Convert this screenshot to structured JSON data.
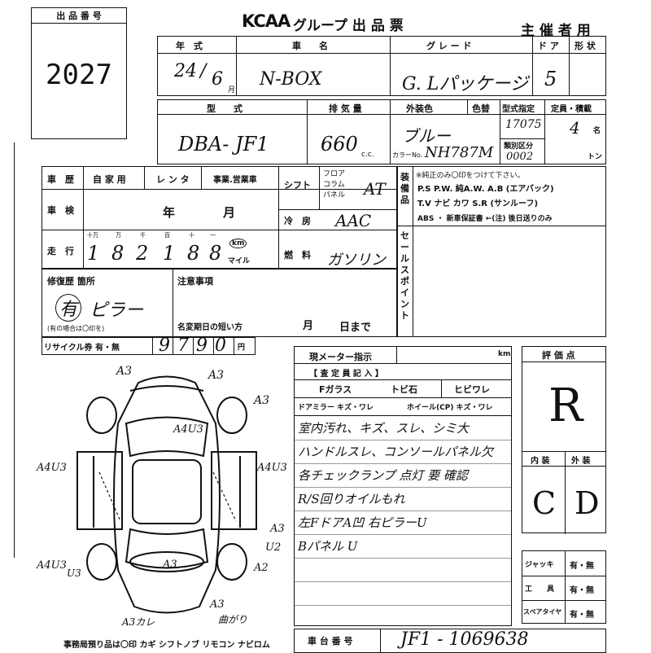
{
  "lot": {
    "label": "出 品 番 号",
    "number": "2027"
  },
  "header": {
    "logo": "KCAA",
    "title": "グループ 出 品 票",
    "right": "主 催 者 用"
  },
  "row1": {
    "year_label": "年　式",
    "name_label": "車　　名",
    "grade_label": "グ レ ー ド",
    "door_label": "ド ア",
    "shape_label": "形 状",
    "year": "24",
    "month": "6",
    "month_unit": "月",
    "name": "N-BOX",
    "grade": "G. Lパッケージ",
    "doors": "5"
  },
  "row2": {
    "model_label": "型　　式",
    "disp_label": "排 気 量",
    "color_label": "外装色",
    "color_change_label": "色替",
    "type_label": "型式指定",
    "class_label": "類別区分",
    "capacity_label": "定員・積載",
    "model": "DBA- JF1",
    "displacement": "660",
    "cc": "c.c.",
    "color": "ブルー",
    "color_no_label": "カラーNo.",
    "color_no": "NH787M",
    "type_no": "17075",
    "class_no": "0002",
    "capacity": "4",
    "capacity_unit": "名",
    "ton": "トン"
  },
  "history": {
    "label": "車　歴",
    "options": [
      "自 家 用",
      "レ ン タ",
      "事業.営業車"
    ],
    "inspection_label": "車　検",
    "year_unit": "年",
    "month_unit": "月",
    "mileage_label": "走　行",
    "digit_labels": [
      "十万",
      "万",
      "千",
      "百",
      "十",
      "一"
    ],
    "digits": [
      "1",
      "8",
      "2",
      "1",
      "8",
      "8"
    ],
    "unit_km": "km",
    "unit_mile": "マイル"
  },
  "mid": {
    "shift_label": "シフト",
    "shift_opts": [
      "フロア",
      "コラム",
      "パネル"
    ],
    "shift": "AT",
    "ac_label": "冷　房",
    "ac": "AAC",
    "fuel_label": "燃　料",
    "fuel": "ガソリン"
  },
  "equipment": {
    "label": "装　備　品",
    "note": "※純正のみ〇印をつけて下さい。",
    "line1": "P.S  P.W.  純A.W.  A.B (エアバック)",
    "line2": "T.V  ナビ  カワ  S.R (サンルーフ)",
    "line3": "ABS ・ 新車保証書 ←(注) 後日送りのみ",
    "sell_point_label": "セールスポイント"
  },
  "repair": {
    "label": "修復歴 箇所",
    "answer": "有",
    "detail": "ピラー",
    "note": "(有の場合は〇印を)"
  },
  "notes": {
    "label": "注意事項",
    "title_label": "名変期日の短い方",
    "month": "月",
    "day": "日まで"
  },
  "recycle": {
    "label": "リサイクル券 有・無",
    "amount": "9790",
    "unit": "円"
  },
  "meter": {
    "label": "現メーター指示",
    "unit": "km",
    "inspector_label": "【 査 定 員 記 入 】",
    "fglass": "Fガラス",
    "chip": "トビ石",
    "crack": "ヒビワレ",
    "mirror": "ドアミラー キズ・ワレ",
    "wheel": "ホイール(CP) キズ・ワレ"
  },
  "remarks": [
    "室内汚れ、キズ、スレ、シミ大",
    "ハンドルスレ、コンソールパネル欠",
    "各チェックランプ 点灯 要 確認",
    "R/S回りオイルもれ",
    "左FドアA凹 右ピラーU",
    "Bパネル U"
  ],
  "diagram": {
    "labels": [
      "A3",
      "A3",
      "A3",
      "A4U3",
      "A4U3",
      "A4U3",
      "A3",
      "A3",
      "U2",
      "A2",
      "A4U3",
      "U3",
      "A3カレ",
      "A3",
      "曲がり"
    ]
  },
  "grades": {
    "label": "評 価 点",
    "overall": "R",
    "interior_label": "内 装",
    "exterior_label": "外 装",
    "interior": "C",
    "exterior": "D"
  },
  "checks": [
    {
      "label": "ジャッキ",
      "value": "有・無"
    },
    {
      "label": "工　　具",
      "value": "有・無"
    },
    {
      "label": "スペアタイヤ",
      "value": "有・無"
    }
  ],
  "footer": {
    "keys": "事務局預り品は〇印  カギ  シフトノブ  リモコン  ナビロム",
    "chassis_label": "車 台 番 号",
    "chassis": "JF1 - 1069638"
  }
}
